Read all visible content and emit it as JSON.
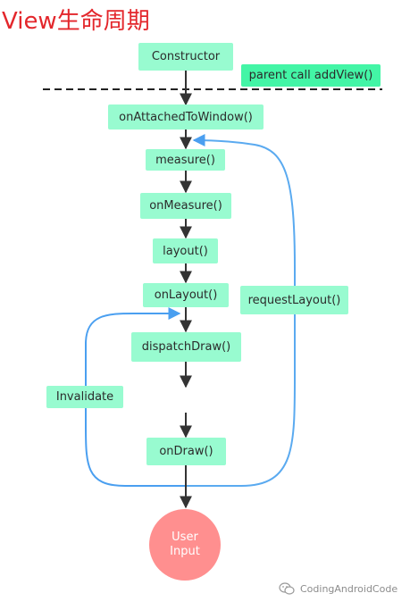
{
  "title": "View生命周期",
  "nodes": {
    "constructor": "Constructor",
    "parent_call": "parent call addView()",
    "on_attached": "onAttachedToWindow()",
    "measure": "measure()",
    "on_measure": "onMeasure()",
    "layout": "layout()",
    "on_layout": "onLayout()",
    "dispatch_draw": "dispatchDraw()",
    "on_draw": "onDraw()",
    "invalidate": "Invalidate",
    "request_layout": "requestLayout()",
    "user_input_line1": "User",
    "user_input_line2": "Input"
  },
  "watermark": "CodingAndroidCode",
  "colors": {
    "title": "#e3262b",
    "node": "#98fbd0",
    "parent_node": "#43f5a6",
    "user_input": "#ff8f8f",
    "blue_arrow": "#5aaaf0",
    "black_arrow": "#333333"
  }
}
